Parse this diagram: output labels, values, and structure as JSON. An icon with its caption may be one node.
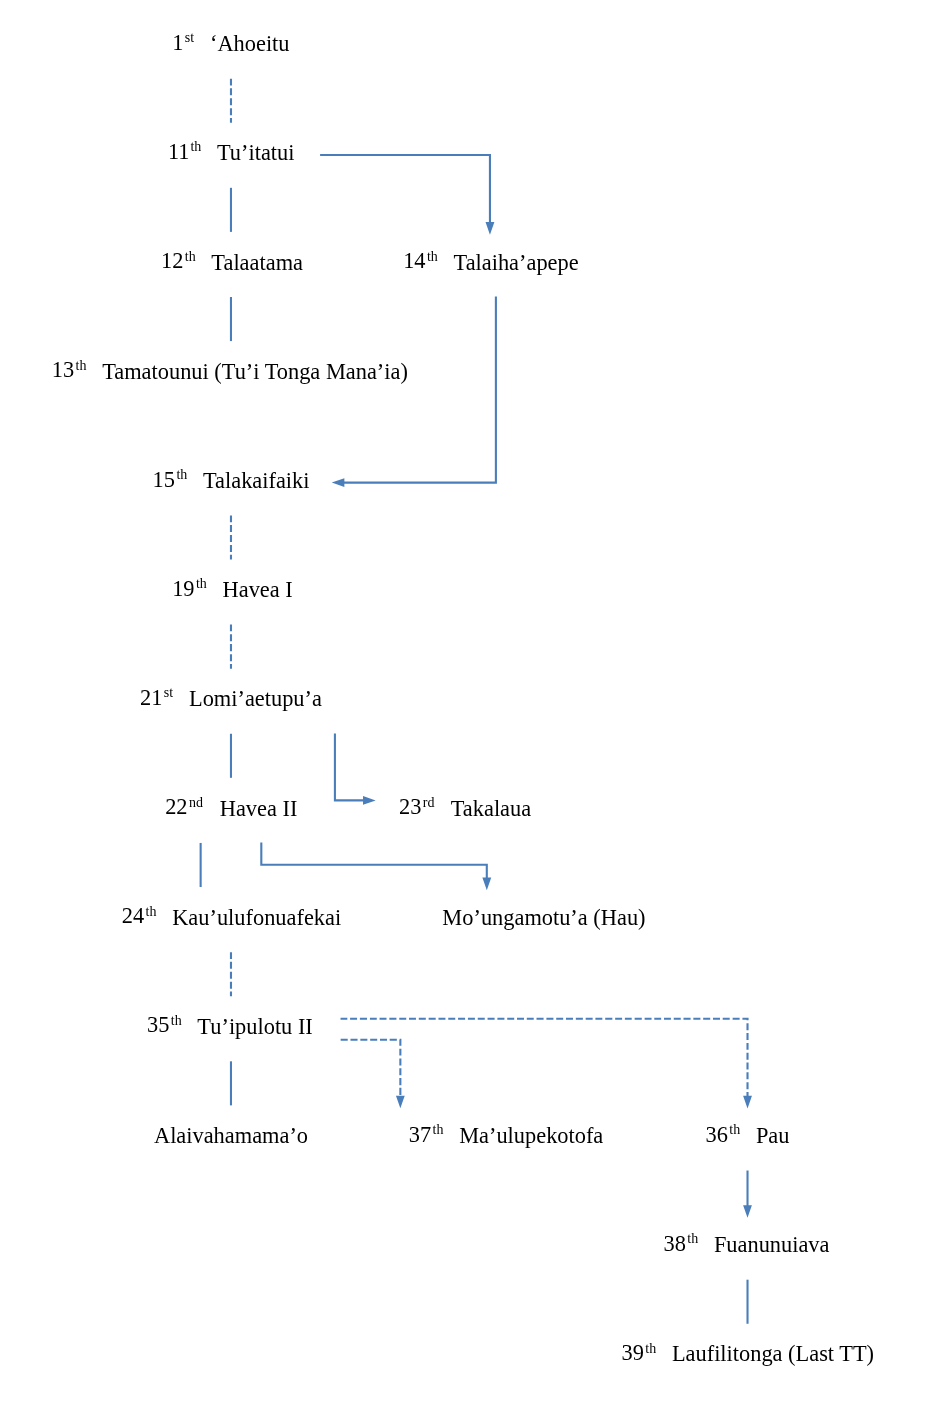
{
  "diagram": {
    "nodes": [
      {
        "text": [
          "‘Ahoeitu"
        ],
        "beside": [
          "1$^{st}$"
        ]
      },
      {
        "text": [
          "Tu’itatui"
        ],
        "beside": [
          "11$^{th}$"
        ]
      },
      {
        "text": [
          "Talaatama"
        ],
        "beside": [
          "12$^{th}$"
        ]
      },
      {
        "text": [
          "Tamatounui (Tu’i Tonga Mana’ia)"
        ],
        "beside": [
          "13$^{th}$"
        ]
      },
      {
        "text": [
          "Talaiha’apepe"
        ],
        "beside": [
          "14$^{th}$"
        ]
      },
      {
        "text": [
          "Talakaifaiki"
        ],
        "beside": [
          "15$^{th}$"
        ]
      },
      {
        "text": [
          "Havea I"
        ],
        "beside": [
          "19$^{th}$"
        ]
      },
      {
        "text": [
          "Lomi’aetupu’a"
        ],
        "beside": [
          "21$^{st}$"
        ]
      },
      {
        "text": [
          "Havea II"
        ],
        "beside": [
          "22$^{nd}$"
        ]
      },
      {
        "text": [
          "Takalaua"
        ],
        "beside": [
          "23$^{rd}$"
        ]
      },
      {
        "text": [
          "Kau’ulufonuafekai"
        ],
        "beside": [
          "24$^{th}$"
        ]
      },
      {
        "text": [
          "Mo’ungamotu’a (Hau)"
        ]
      },
      {
        "text": [
          "Tu’ipulotu II"
        ],
        "beside": [
          "35$^{th}$"
        ]
      },
      {
        "text": [
          "Alaivahamama’o"
        ]
      },
      {
        "text": [
          "Ma’ulupekotofa"
        ],
        "beside": [
          "37$^{th}$"
        ]
      },
      {
        "text": [
          "Pau"
        ],
        "beside": [
          "36$^{th}$"
        ]
      },
      {
        "text": [
          "Fuanunuiava"
        ],
        "beside": [
          "38$^{th}$"
        ]
      },
      {
        "text": [
          "Laufilitonga (Last TT)"
        ],
        "beside": [
          "39$^{th}$"
        ]
      }
    ],
    "edges": [
      {
        "from": 0,
        "to": 1,
        "arrow": "none",
        "style": "dashed"
      },
      {
        "from": 1,
        "to": 2,
        "arrow": "none"
      },
      {
        "from": 1,
        "to": 4,
        "arrow": "to"
      },
      {
        "from": 2,
        "to": 3,
        "arrow": "none"
      },
      {
        "from": 4,
        "to": 5,
        "arrow": "to"
      },
      {
        "from": 5,
        "to": 6,
        "arrow": "none",
        "style": "dashed"
      },
      {
        "from": 6,
        "to": 7,
        "arrow": "none",
        "style": "dashed"
      },
      {
        "from": 7,
        "to": 8,
        "arrow": "none"
      },
      {
        "from": 7,
        "to": 9,
        "arrow": "to"
      },
      {
        "from": 8,
        "to": 10,
        "arrow": "none"
      },
      {
        "from": 8,
        "to": 11,
        "arrow": "to"
      },
      {
        "from": 10,
        "to": 12,
        "arrow": "none",
        "style": "dashed"
      },
      {
        "from": 12,
        "to": 13,
        "arrow": "none"
      },
      {
        "from": 12,
        "to": 14,
        "arrow": "to",
        "style": "dashed"
      },
      {
        "from": 12,
        "to": 15,
        "arrow": "to",
        "style": "dashed"
      },
      {
        "from": 15,
        "to": 16,
        "arrow": "to"
      },
      {
        "from": 16,
        "to": 17,
        "arrow": "none"
      }
    ]
  }
}
